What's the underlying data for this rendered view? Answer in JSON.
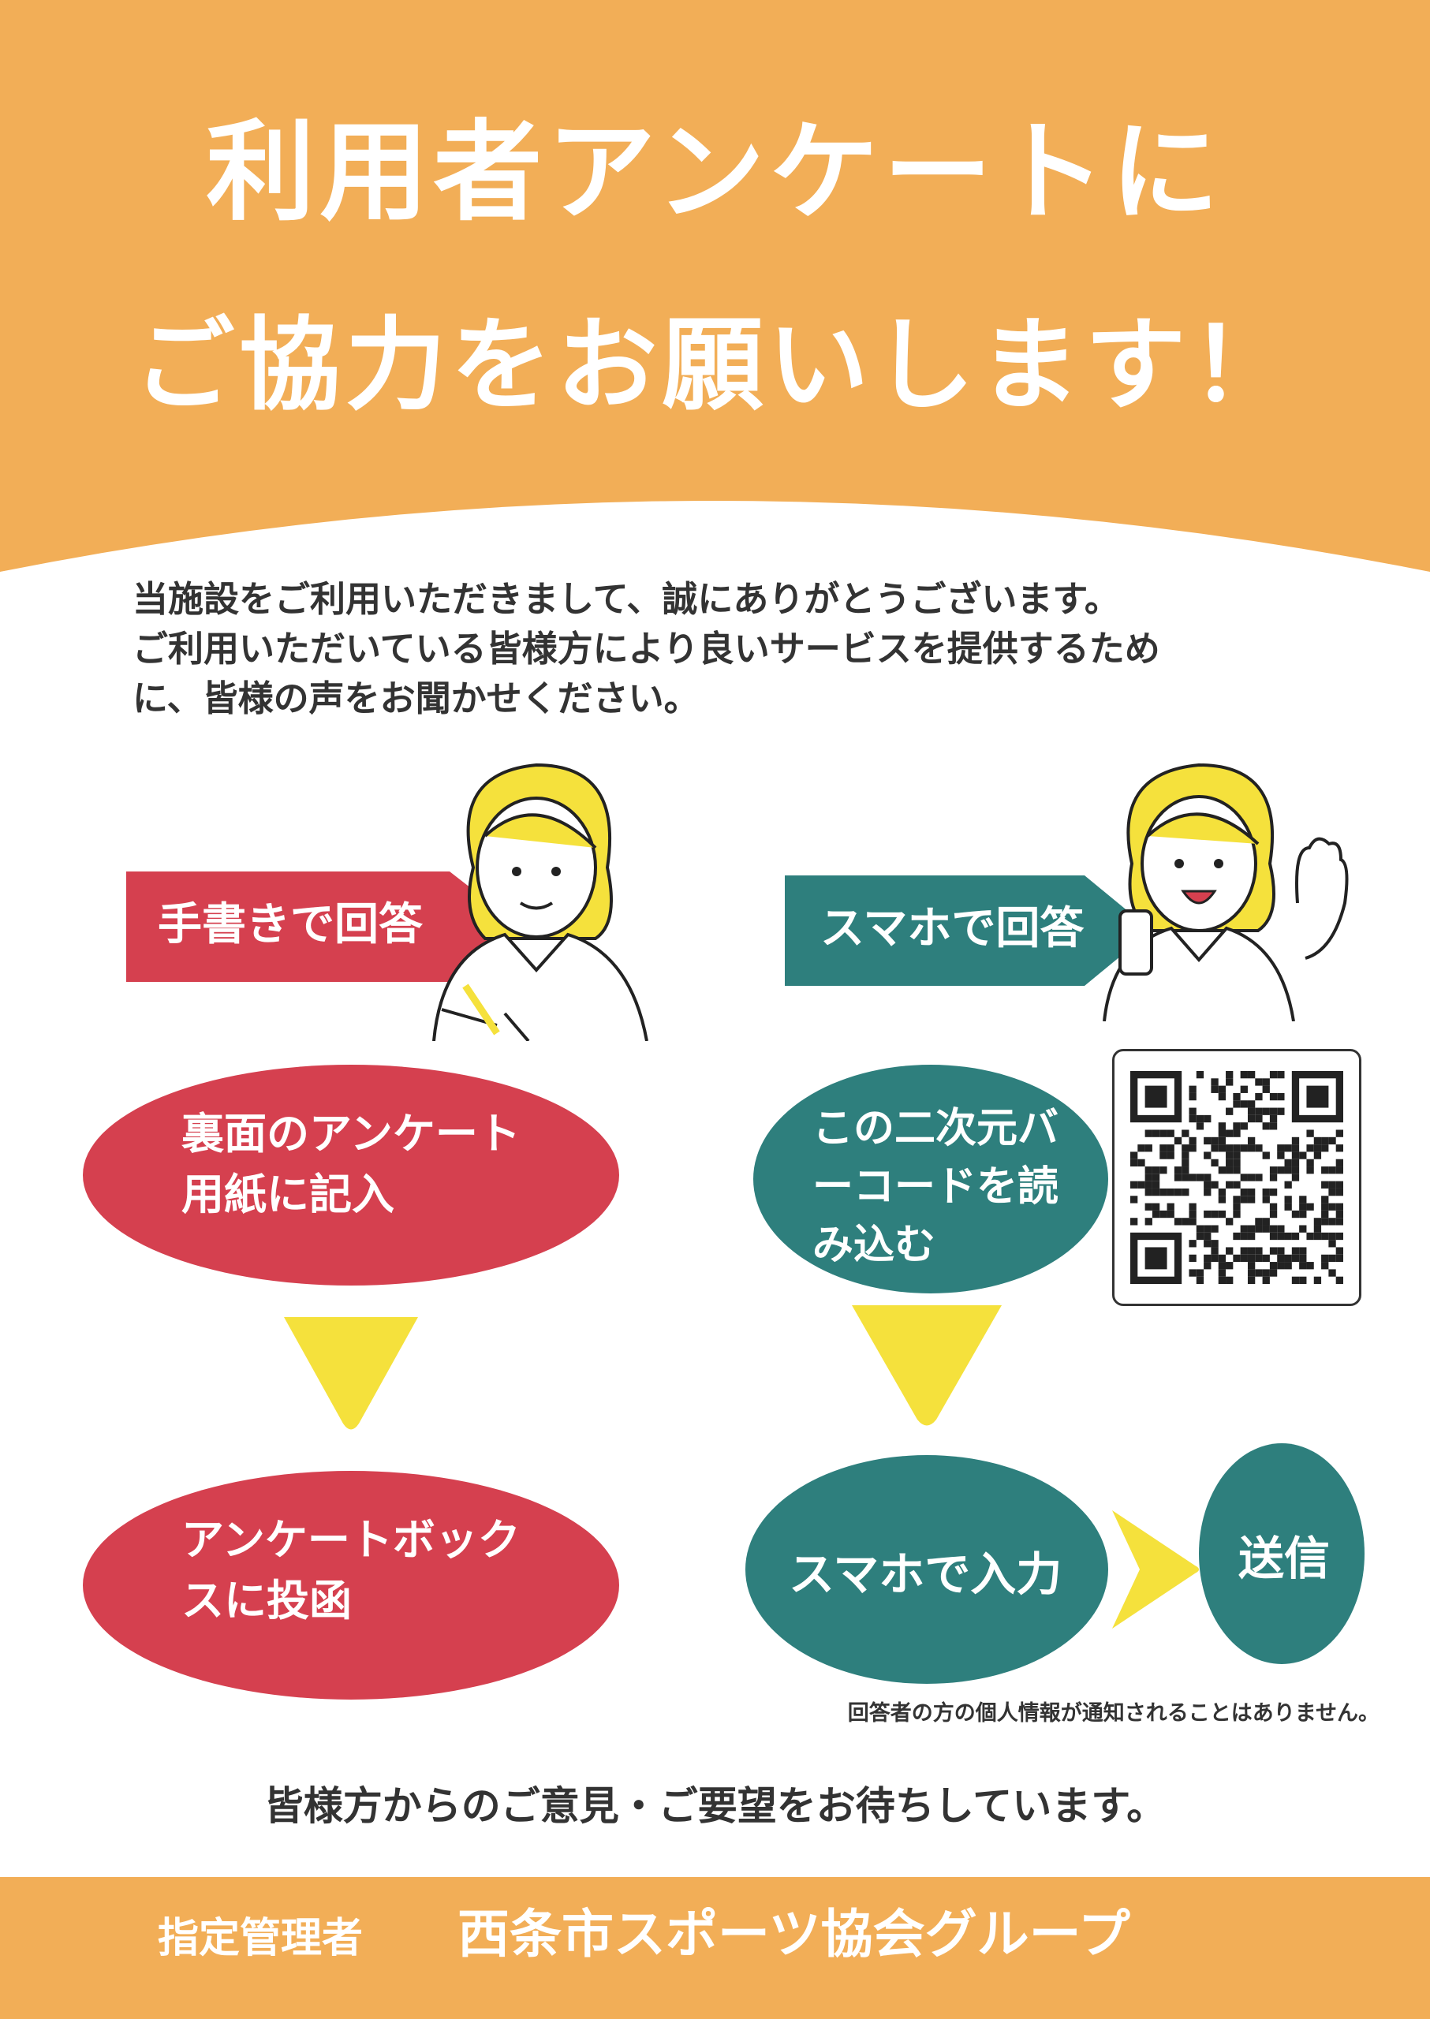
{
  "header": {
    "title_line1": "利用者アンケートに",
    "title_line2": "ご協力をお願いします！"
  },
  "intro": {
    "line1": "当施設をご利用いただきまして、誠にありがとうございます。",
    "line2": "ご利用いただいている皆様方により良いサービスを提供するため",
    "line3": "に、皆様の声をお聞かせください。"
  },
  "left_flow": {
    "label": "手書きで回答",
    "step1": [
      "裏面のアンケート",
      "用紙に記入"
    ],
    "step2": [
      "アンケートボック",
      "スに投函"
    ]
  },
  "right_flow": {
    "label": "スマホで回答",
    "step1": [
      "この二次元バ",
      "ーコードを読",
      "み込む"
    ],
    "step2": "スマホで入力",
    "step3": "送信"
  },
  "privacy_note": "回答者の方の個人情報が通知されることはありません。",
  "closing": "皆様方からのご意見・ご要望をお待ちしています。",
  "footer": {
    "role": "指定管理者",
    "org": "西条市スポーツ協会グループ"
  },
  "colors": {
    "orange": "#F2AE57",
    "red": "#D5404F",
    "teal": "#2E7F7D",
    "yellow": "#F5E13C"
  },
  "icons": {
    "qr": "qr-code-icon",
    "left_person": "woman-writing-illustration",
    "right_person": "woman-with-phone-illustration"
  }
}
